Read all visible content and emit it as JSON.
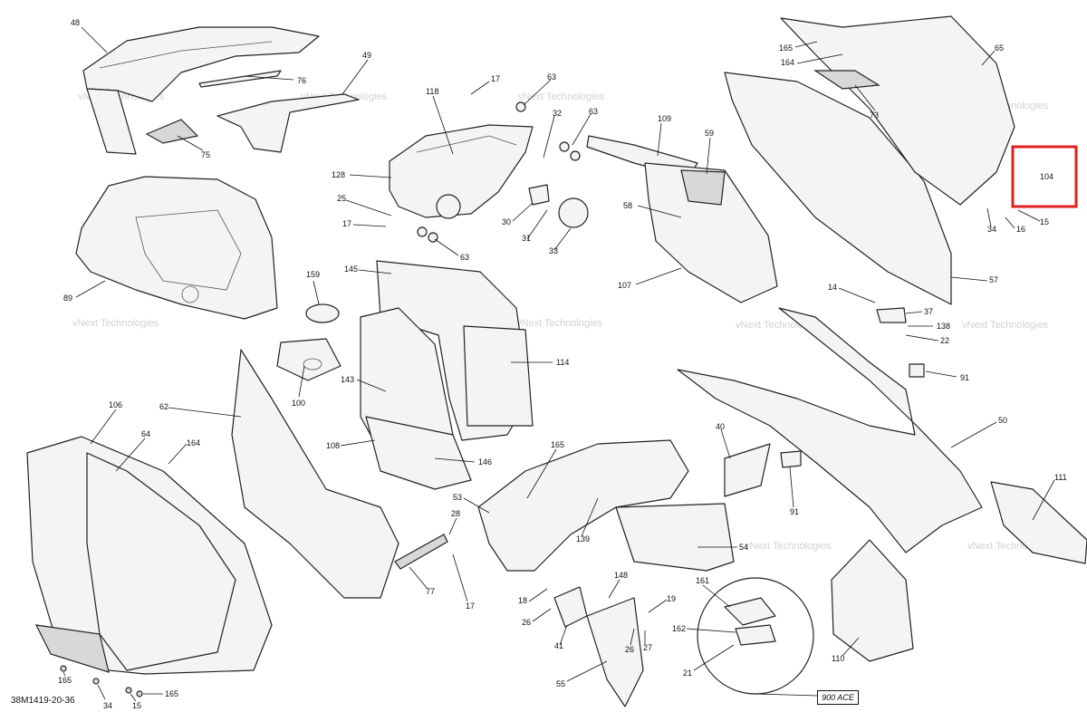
{
  "drawing_number": "38M1419-20-36",
  "variant_label": "900 ACE",
  "watermark_text": "vNext Technologies",
  "highlight_color": "#e0201c",
  "highlighted_part": "104",
  "callouts": {
    "c48": "48",
    "c76": "76",
    "c49": "49",
    "c75": "75",
    "c17a": "17",
    "c118": "118",
    "c63a": "63",
    "c32": "32",
    "c63b": "63",
    "c128": "128",
    "c25": "25",
    "c17b": "17",
    "c30": "30",
    "c31": "31",
    "c33": "33",
    "c63c": "63",
    "c109": "109",
    "c59": "59",
    "c58": "58",
    "c107": "107",
    "c165a": "165",
    "c164a": "164",
    "c73": "73",
    "c65": "65",
    "c104": "104",
    "c34a": "34",
    "c16": "16",
    "c15a": "15",
    "c57": "57",
    "c89": "89",
    "c159": "159",
    "c145": "145",
    "c114": "114",
    "c143": "143",
    "c100": "100",
    "c14": "14",
    "c37": "37",
    "c138": "138",
    "c22": "22",
    "c91": "91",
    "c50": "50",
    "c106": "106",
    "c62": "62",
    "c64": "64",
    "c164b": "164",
    "c108": "108",
    "c146": "146",
    "c165b": "165",
    "c53": "53",
    "c40": "40",
    "c91b": "91",
    "c139": "139",
    "c54": "54",
    "c111": "111",
    "c28": "28",
    "c77": "77",
    "c17c": "17",
    "c148": "148",
    "c18": "18",
    "c26a": "26",
    "c19": "19",
    "c41": "41",
    "c26b": "26",
    "c27": "27",
    "c161": "161",
    "c162": "162",
    "c110": "110",
    "c21": "21",
    "c55": "55",
    "c165c": "165",
    "c34b": "34",
    "c15b": "15",
    "c165d": "165"
  }
}
